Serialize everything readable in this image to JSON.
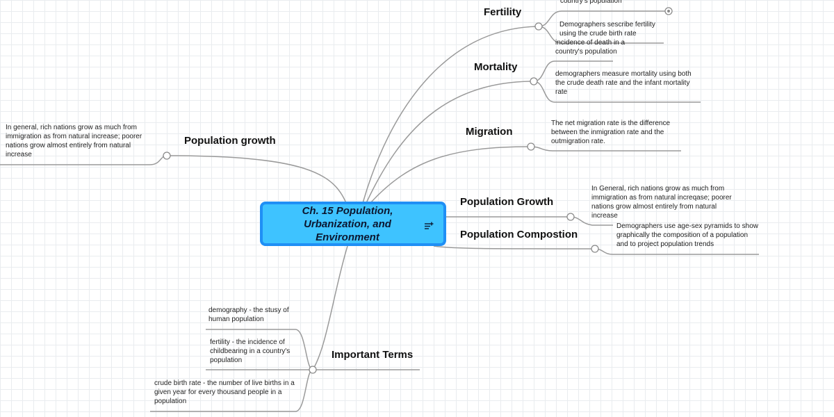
{
  "root": {
    "title": "Ch. 15 Population, Urbanization, and Environment",
    "icon": "notes-icon"
  },
  "branches": {
    "fertility": {
      "label": "Fertility",
      "notes": [
        "country's population",
        "Demographers sescribe fertility using the crude birth rate"
      ]
    },
    "mortality": {
      "label": "Mortality",
      "notes": [
        "incidence of death in a country's population",
        "demographers measure mortality using both the crude death rate and the infant mortality rate"
      ]
    },
    "migration": {
      "label": "Migration",
      "notes": [
        "The net migration rate is the difference between the inmigration rate and the outmigration rate."
      ]
    },
    "population_growth_right": {
      "label": "Population Growth",
      "notes": [
        "In General, rich nations grow as much from immigration as from natural increqase; poorer nations grow almost entirely from natural increase"
      ]
    },
    "population_composition": {
      "label": "Population Compostion",
      "notes": [
        "Demographers use age-sex pyramids to show graphically the composition of a population and to project population trends"
      ]
    },
    "population_growth_left": {
      "label": "Population growth",
      "notes": [
        "In general, rich nations grow as much from immigration as from natural increase; poorer nations grow almost entirely from natural increase"
      ]
    },
    "important_terms": {
      "label": "Important Terms",
      "notes": [
        "demography - the stusy of human population",
        "fertility - the incidence of childbearing in a country's population",
        "crude birth rate - the number of live births in a given year for every thousand people in a population"
      ]
    }
  },
  "colors": {
    "root_fill": "#3ec3ff",
    "root_border": "#1f8ff5",
    "connector": "#9a9a9a"
  }
}
